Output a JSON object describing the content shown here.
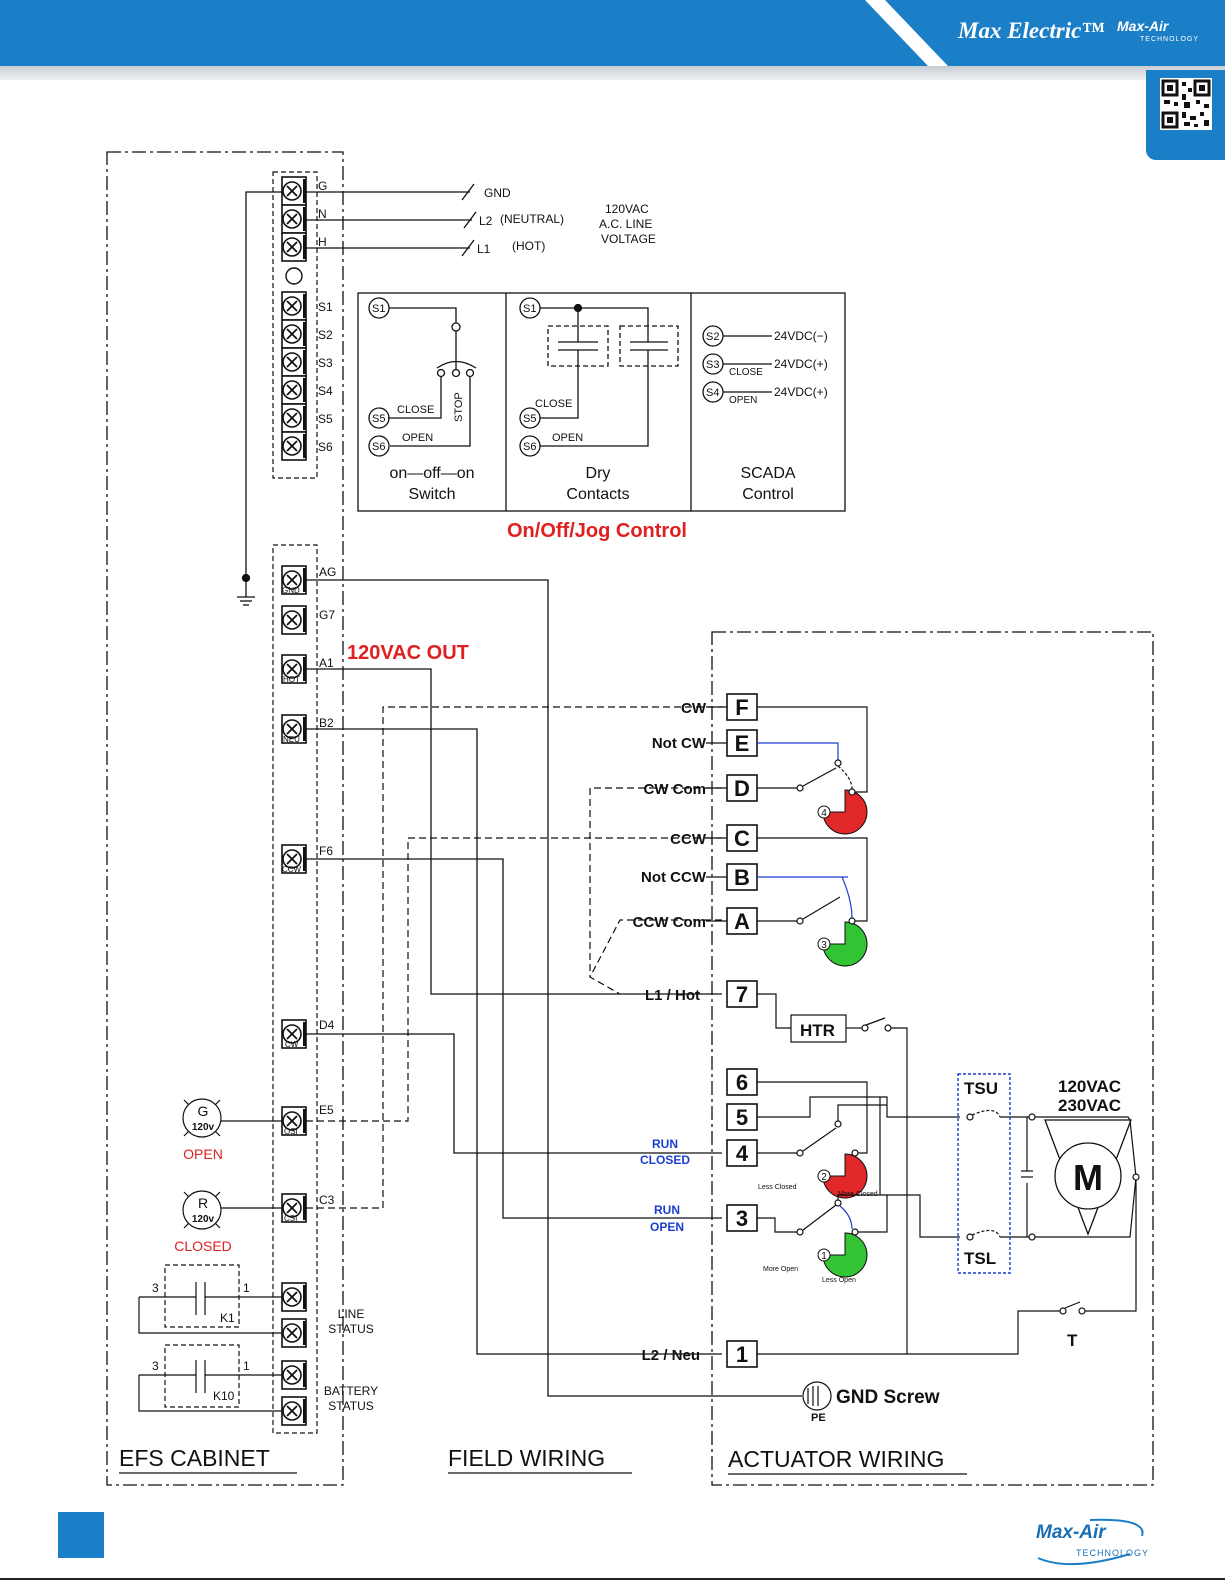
{
  "header": {
    "brand_left": "Max Electric™",
    "brand_right": "Max-Air",
    "brand_right_sub": "TECHNOLOGY",
    "qr_label": "qr-code"
  },
  "footer": {
    "logo_text": "Max-Air",
    "logo_sub": "TECHNOLOGY"
  },
  "panels": {
    "efs_cabinet": "EFS CABINET",
    "field_wiring": "FIELD WIRING",
    "actuator_wiring": "ACTUATOR WIRING"
  },
  "line_voltage": {
    "gnd": "GND",
    "l2": "L2",
    "neutral": "(NEUTRAL)",
    "l1": "L1",
    "hot": "(HOT)",
    "title_line1": "120VAC",
    "title_line2": "A.C. LINE",
    "title_line3": "VOLTAGE"
  },
  "terminals_top": [
    "G",
    "N",
    "H",
    "S1",
    "S2",
    "S3",
    "S4",
    "S5",
    "S6"
  ],
  "control_box": {
    "title": "On/Off/Jog Control",
    "switch": {
      "s1": "S1",
      "s5": "S5",
      "s6": "S6",
      "close": "CLOSE",
      "open": "OPEN",
      "stop": "STOP",
      "caption1": "on—off—on",
      "caption2": "Switch"
    },
    "dry": {
      "s1": "S1",
      "s5": "S5",
      "s6": "S6",
      "close": "CLOSE",
      "open": "OPEN",
      "caption1": "Dry",
      "caption2": "Contacts"
    },
    "scada": {
      "s2": "S2",
      "s3": "S3",
      "s4": "S4",
      "v2": "24VDC(−)",
      "v3": "24VDC(+)",
      "v4": "24VDC(+)",
      "close": "CLOSE",
      "open": "OPEN",
      "caption1": "SCADA",
      "caption2": "Control"
    }
  },
  "terminals_bottom": {
    "ag": "AG",
    "gnd_sub": "GND",
    "g7": "G7",
    "a1": "A1",
    "hot_sub": "HOT",
    "b2": "B2",
    "neu_sub": "NEU",
    "f6": "F6",
    "ccw_sub": "CCW",
    "d4": "D4",
    "cw_sub": "CW",
    "e5": "E5",
    "osi_sub": "OSI",
    "c3": "C3",
    "csi_sub": "CSI"
  },
  "out_label": "120VAC OUT",
  "lamps": {
    "g_letter": "G",
    "g_volt": "120v",
    "g_state": "OPEN",
    "r_letter": "R",
    "r_volt": "120v",
    "r_state": "CLOSED"
  },
  "relays": {
    "k1": "K1",
    "k10": "K10",
    "pin3": "3",
    "pin1": "1",
    "line_status1": "LINE",
    "line_status2": "STATUS",
    "battery_status1": "BATTERY",
    "battery_status2": "STATUS"
  },
  "actuator_terminals": [
    {
      "letter": "F",
      "label": "CW"
    },
    {
      "letter": "E",
      "label": "Not CW"
    },
    {
      "letter": "D",
      "label": "CW Com"
    },
    {
      "letter": "C",
      "label": "CCW"
    },
    {
      "letter": "B",
      "label": "Not CCW"
    },
    {
      "letter": "A",
      "label": "CCW Com"
    },
    {
      "letter": "7",
      "label": "L1 / Hot"
    },
    {
      "letter": "6",
      "label": ""
    },
    {
      "letter": "5",
      "label": ""
    },
    {
      "letter": "4",
      "label": ""
    },
    {
      "letter": "3",
      "label": ""
    },
    {
      "letter": "1",
      "label": "L2 / Neu"
    }
  ],
  "run_closed": [
    "RUN",
    "CLOSED"
  ],
  "run_open": [
    "RUN",
    "OPEN"
  ],
  "cams": [
    "4",
    "3",
    "2",
    "1"
  ],
  "cam_notes": {
    "less_closed": "Less Closed",
    "more_closed": "More Closed",
    "more_open": "More Open",
    "less_open": "Less Open"
  },
  "htr": "HTR",
  "tsu": "TSU",
  "tsl": "TSL",
  "motor": "M",
  "motor_volt1": "120VAC",
  "motor_volt2": "230VAC",
  "t_label": "T",
  "gnd_screw": "GND Screw",
  "pe": "PE",
  "colors": {
    "brand_blue": "#1b7fc7",
    "red": "#e02020",
    "blue_text": "#1a3fd0",
    "cam_red": "#e3282a",
    "cam_green": "#33c433"
  }
}
